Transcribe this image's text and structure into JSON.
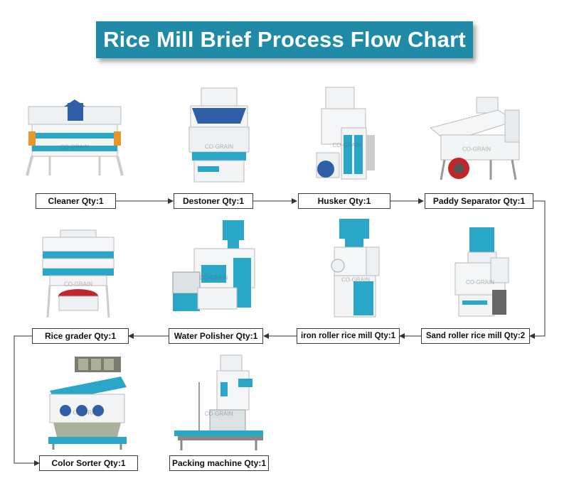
{
  "title": "Rice Mill Brief Process Flow Chart",
  "steps": [
    {
      "label": "Cleaner Qty:1"
    },
    {
      "label": "Destoner Qty:1"
    },
    {
      "label": "Husker Qty:1"
    },
    {
      "label": "Paddy Separator Qty:1"
    },
    {
      "label": "Sand roller rice mill Qty:2"
    },
    {
      "label": "iron roller rice mill Qty:1"
    },
    {
      "label": "Water Polisher Qty:1"
    },
    {
      "label": "Rice grader Qty:1"
    },
    {
      "label": "Color Sorter Qty:1"
    },
    {
      "label": "Packing machine Qty:1"
    }
  ],
  "watermark": "CO-GRAIN",
  "colors": {
    "banner": "#1f8ba6",
    "machine_teal": "#2aa6c8",
    "machine_white": "#f2f4f5",
    "motor_blue": "#2f5fa8",
    "belt_red": "#c0262a"
  }
}
